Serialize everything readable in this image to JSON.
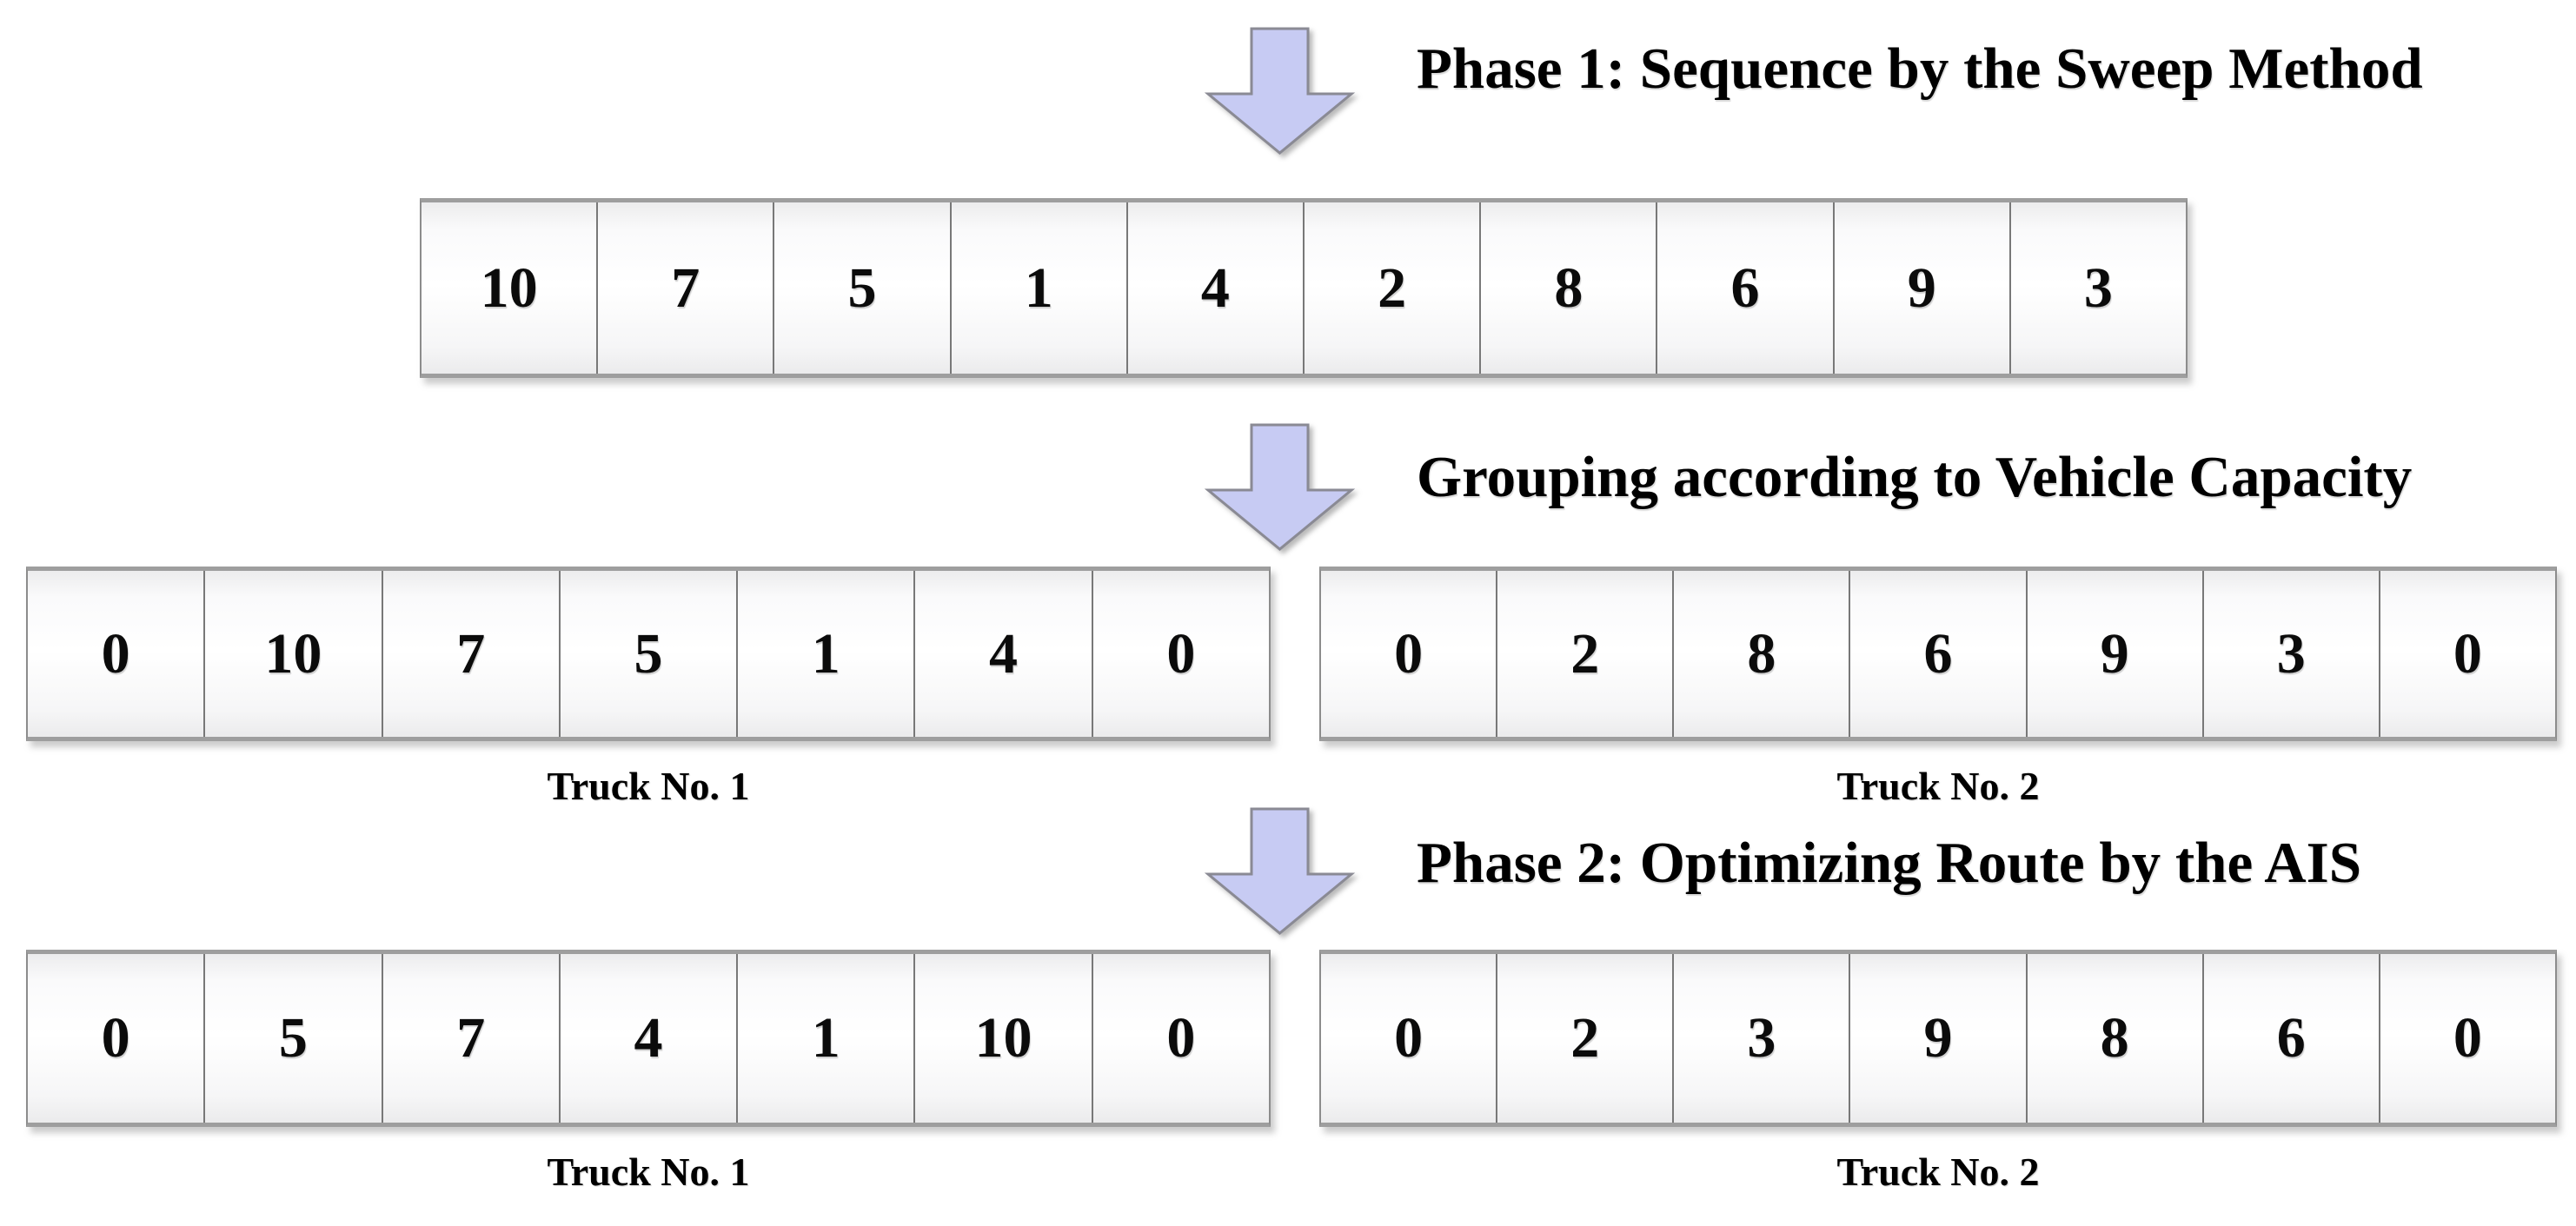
{
  "headings": {
    "phase1": "Phase 1: Sequence by the Sweep Method",
    "grouping": "Grouping according to Vehicle Capacity",
    "phase2": "Phase 2: Optimizing Route by the AIS"
  },
  "rows": {
    "sweep": {
      "cells": [
        "10",
        "7",
        "5",
        "1",
        "4",
        "2",
        "8",
        "6",
        "9",
        "3"
      ]
    },
    "grouped": [
      {
        "label": "Truck No. 1",
        "cells": [
          "0",
          "10",
          "7",
          "5",
          "1",
          "4",
          "0"
        ]
      },
      {
        "label": "Truck No. 2",
        "cells": [
          "0",
          "2",
          "8",
          "6",
          "9",
          "3",
          "0"
        ]
      }
    ],
    "optimized": [
      {
        "label": "Truck No. 1",
        "cells": [
          "0",
          "5",
          "7",
          "4",
          "1",
          "10",
          "0"
        ]
      },
      {
        "label": "Truck No. 2",
        "cells": [
          "0",
          "2",
          "3",
          "9",
          "8",
          "6",
          "0"
        ]
      }
    ]
  },
  "colors": {
    "arrow_fill": "#c7cbf3",
    "arrow_stroke": "#8a8a94",
    "cell_border": "#8c8c8c",
    "text": "#000000"
  }
}
